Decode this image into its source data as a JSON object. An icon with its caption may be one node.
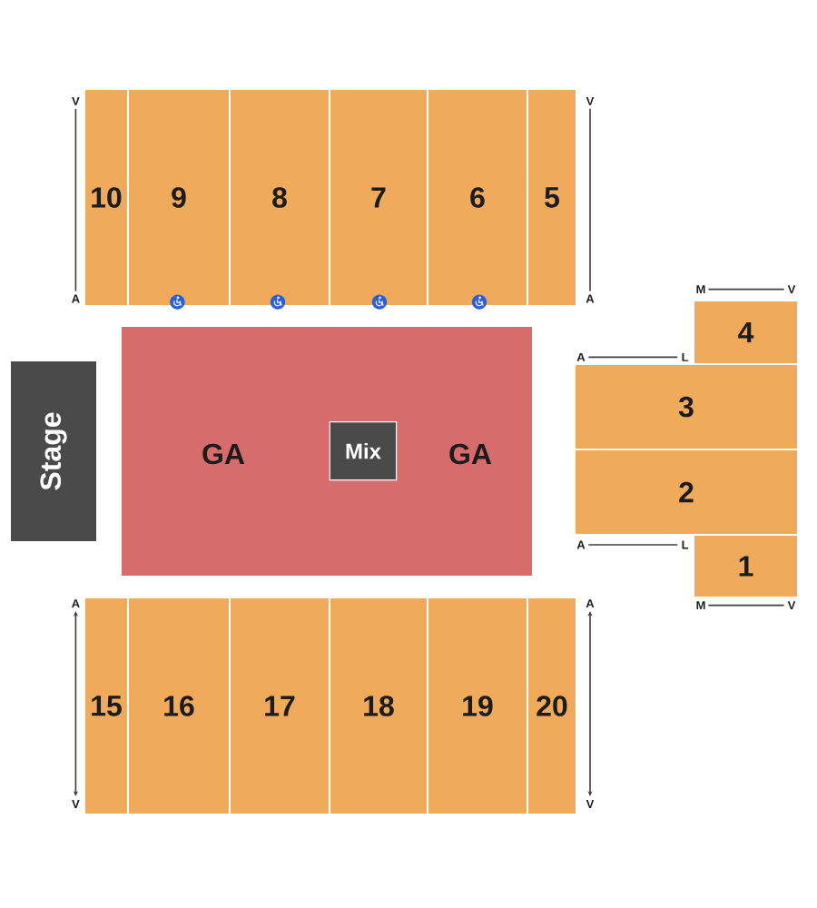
{
  "diagram": {
    "nodes": [
      {
        "text": [
          "10"
        ]
      },
      {
        "text": [
          "9"
        ]
      },
      {
        "text": [
          "8"
        ]
      },
      {
        "text": [
          "7"
        ]
      },
      {
        "text": [
          "6"
        ]
      },
      {
        "text": [
          "5"
        ]
      },
      {
        "text": [
          "Stage"
        ]
      },
      {
        "text": [
          "GA",
          "GA"
        ]
      },
      {
        "text": [
          "Mix"
        ],
        "in": 7
      },
      {
        "text": [
          "4"
        ]
      },
      {
        "text": [
          "3"
        ]
      },
      {
        "text": [
          "2"
        ]
      },
      {
        "text": [
          "1"
        ]
      },
      {
        "text": [
          "15"
        ]
      },
      {
        "text": [
          "16"
        ]
      },
      {
        "text": [
          "17"
        ]
      },
      {
        "text": [
          "18"
        ]
      },
      {
        "text": [
          "19"
        ]
      },
      {
        "text": [
          "20"
        ]
      }
    ],
    "labels": [
      "V",
      "V",
      "M",
      "V",
      "A",
      "A",
      "A",
      "L",
      "A",
      "L",
      "A",
      "A",
      "M",
      "V",
      "V",
      "V"
    ]
  }
}
